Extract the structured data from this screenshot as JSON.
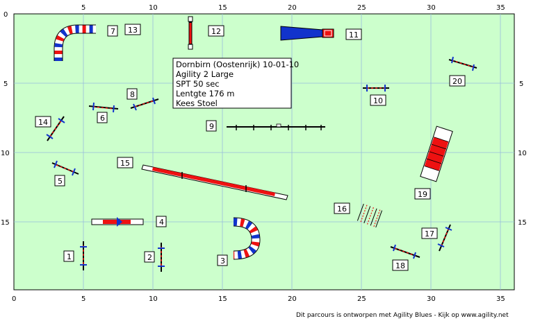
{
  "arena": {
    "x_ticks": [
      "0",
      "5",
      "10",
      "15",
      "20",
      "25",
      "30",
      "35"
    ],
    "y_ticks": [
      "0",
      "5",
      "10",
      "15"
    ],
    "background_color": "#ccffcc",
    "grid_color": "#99bbdd"
  },
  "info": {
    "line1": "Dornbirn (Oostenrijk) 10-01-10",
    "line2": "Agility 2 Large",
    "line3": "SPT 50 sec",
    "line4": "Lentgte 176 m",
    "line5": "Kees Stoel"
  },
  "obstacle_numbers": [
    "1",
    "2",
    "3",
    "4",
    "5",
    "6",
    "7",
    "8",
    "9",
    "10",
    "11",
    "12",
    "13",
    "14",
    "15",
    "16",
    "17",
    "18",
    "19",
    "20"
  ],
  "footer": "Dit parcours is ontworpen met Agility Blues - Kijk op www.agility.net",
  "colors": {
    "red": "#ee1111",
    "blue": "#1133cc",
    "white": "#ffffff"
  }
}
